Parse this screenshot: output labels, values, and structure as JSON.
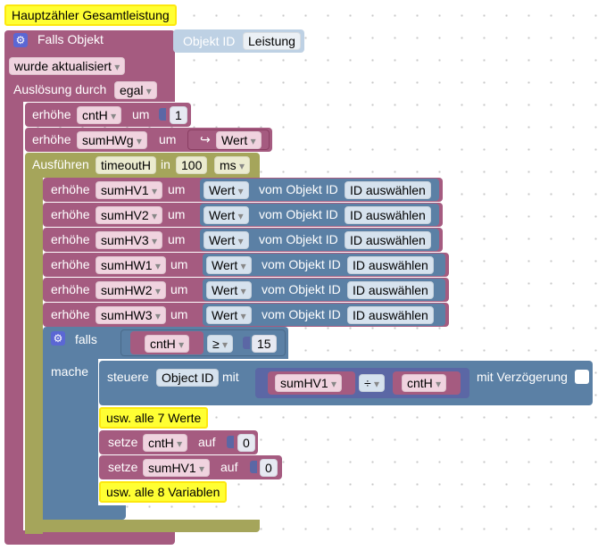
{
  "hat": {
    "comment": "Hauptzähler Gesamtleistung",
    "falls_objekt": "Falls Objekt",
    "objekt_id_label": "Objekt ID",
    "objekt_id_value": "Leistung",
    "trigger_option": "wurde aktualisiert",
    "ausloesung_label": "Auslösung durch",
    "ausloesung_value": "egal"
  },
  "inc1": {
    "label": "erhöhe",
    "var": "cntH",
    "um": "um",
    "value": "1"
  },
  "inc2": {
    "label": "erhöhe",
    "var": "sumHWg",
    "um": "um",
    "arrow": "↪",
    "value": "Wert"
  },
  "timeout": {
    "label": "Ausführen",
    "name": "timeoutH",
    "in": "in",
    "value": "100",
    "unit": "ms"
  },
  "rows": [
    {
      "label": "erhöhe",
      "var": "sumHV1",
      "um": "um",
      "attr": "Wert",
      "vom": "vom Objekt ID",
      "id": "ID auswählen"
    },
    {
      "label": "erhöhe",
      "var": "sumHV2",
      "um": "um",
      "attr": "Wert",
      "vom": "vom Objekt ID",
      "id": "ID auswählen"
    },
    {
      "label": "erhöhe",
      "var": "sumHV3",
      "um": "um",
      "attr": "Wert",
      "vom": "vom Objekt ID",
      "id": "ID auswählen"
    },
    {
      "label": "erhöhe",
      "var": "sumHW1",
      "um": "um",
      "attr": "Wert",
      "vom": "vom Objekt ID",
      "id": "ID auswählen"
    },
    {
      "label": "erhöhe",
      "var": "sumHW2",
      "um": "um",
      "attr": "Wert",
      "vom": "vom Objekt ID",
      "id": "ID auswählen"
    },
    {
      "label": "erhöhe",
      "var": "sumHW3",
      "um": "um",
      "attr": "Wert",
      "vom": "vom Objekt ID",
      "id": "ID auswählen"
    }
  ],
  "ifblock": {
    "falls": "falls",
    "var": "cntH",
    "op": "≥",
    "value": "15",
    "mache": "mache"
  },
  "control": {
    "label": "steuere",
    "target": "Object ID",
    "mit": "mit",
    "left": "sumHV1",
    "op": "÷",
    "right": "cntH",
    "delay_label": "mit Verzögerung"
  },
  "comment_werte": "usw. alle 7 Werte",
  "set1": {
    "label": "setze",
    "var": "cntH",
    "auf": "auf",
    "value": "0"
  },
  "set2": {
    "label": "setze",
    "var": "sumHV1",
    "auf": "auf",
    "value": "0"
  },
  "comment_variablen": "usw. alle 8 Variablen",
  "colors": {
    "pink": "#a55b80",
    "green": "#a5a55b",
    "blue": "#5b80a5",
    "comment": "#ffff33"
  }
}
